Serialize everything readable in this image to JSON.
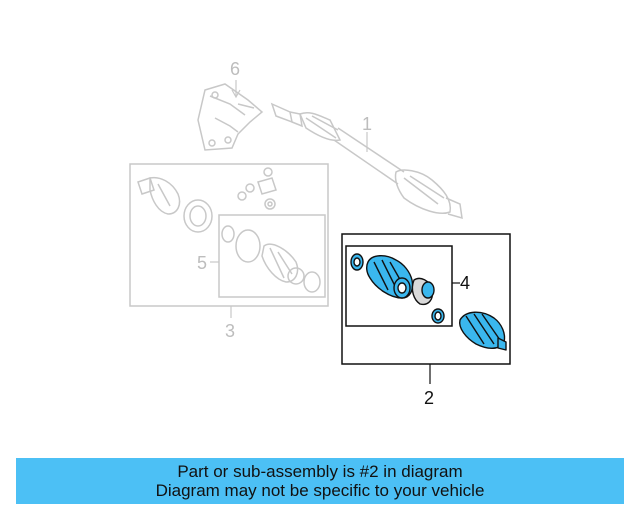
{
  "callouts": {
    "c1": "1",
    "c2": "2",
    "c3": "3",
    "c4": "4",
    "c5": "5",
    "c6": "6"
  },
  "banner": {
    "line1": "Part or sub-assembly is #2 in diagram",
    "line2": "Diagram may not be specific to your vehicle"
  },
  "colors": {
    "highlight": "#4cc0f5",
    "highlight_part": "#3ab7ee",
    "ghost": "#c8c8c8",
    "ink": "#111111"
  },
  "icons": [
    "axle-shaft-icon",
    "cv-joint-icon",
    "boot-icon",
    "clamp-icon",
    "bracket-icon"
  ]
}
